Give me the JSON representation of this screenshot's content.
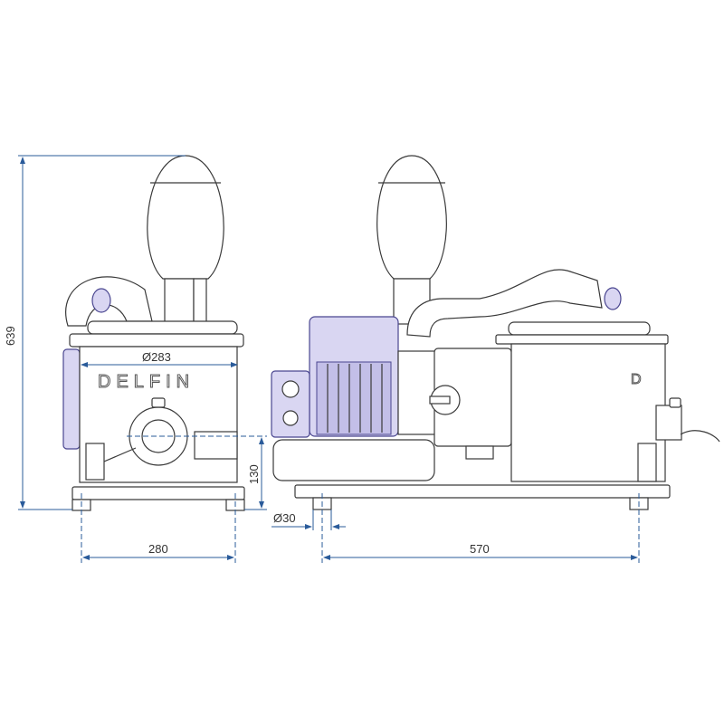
{
  "drawing": {
    "brand_logo": "DELFIN",
    "dimensions": {
      "overall_height": "639",
      "tank_diameter": "Ø283",
      "side_feet_spacing": "280",
      "inlet_height": "130",
      "foot_diameter": "Ø30",
      "front_feet_spacing": "570"
    },
    "colors": {
      "line": "#3a3a3a",
      "dimension": "#2a5b9a",
      "motor": "#d9d6f2"
    }
  }
}
